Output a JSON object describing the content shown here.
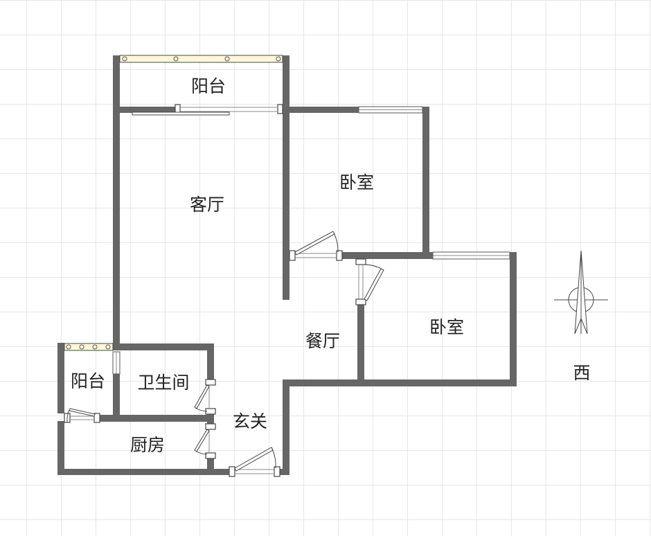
{
  "plan": {
    "rooms": [
      {
        "id": "balcony-top",
        "label": "阳台"
      },
      {
        "id": "living-room",
        "label": "客厅"
      },
      {
        "id": "bedroom-1",
        "label": "卧室"
      },
      {
        "id": "bedroom-2",
        "label": "卧室"
      },
      {
        "id": "dining-room",
        "label": "餐厅"
      },
      {
        "id": "balcony-left",
        "label": "阳台"
      },
      {
        "id": "bathroom",
        "label": "卫生间"
      },
      {
        "id": "entrance",
        "label": "玄关"
      },
      {
        "id": "kitchen",
        "label": "厨房"
      }
    ],
    "compass": {
      "direction_label": "西"
    }
  },
  "colors": {
    "wall": "#666666",
    "grid": "#e6e6e6",
    "balcony_rail": "#fff8d8",
    "text": "#222222"
  }
}
